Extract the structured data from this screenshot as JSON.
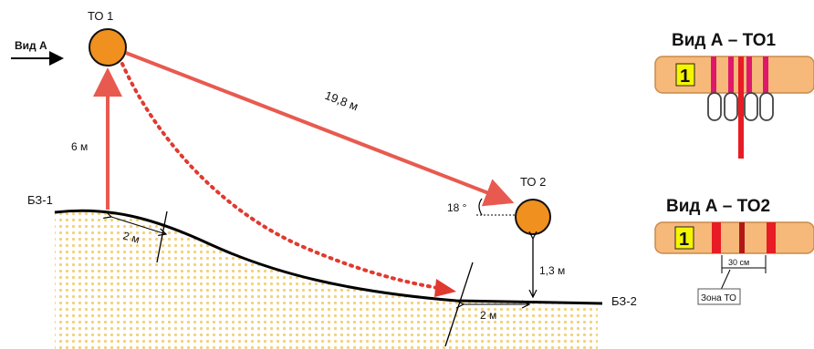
{
  "labels": {
    "view_a": "Вид А",
    "to1": "ТО 1",
    "to2": "ТО 2",
    "height_to1": "6 м",
    "span": "19,8 м",
    "angle": "18 °",
    "height_to2": "1,3 м",
    "bz1": "БЗ-1",
    "bz2": "БЗ-2",
    "dist_left": "2 м",
    "dist_right": "2 м"
  },
  "panel_to1": {
    "title": "Вид А – ТО1",
    "badge": "1"
  },
  "panel_to2": {
    "title": "Вид А – ТО2",
    "badge": "1",
    "dimension": "30 см",
    "zone": "Зона ТО"
  },
  "colors": {
    "anchor_fill": "#f0901e",
    "arrow_red": "#e85a4f",
    "dotted_red": "#e03a30",
    "soil_dots": "#f2d27a",
    "tube_fill": "#f6b97a",
    "tube_edge": "#c98a4a",
    "strap_magenta": "#e0186b",
    "badge_yellow": "#f5f500",
    "strap_red": "#e81c24",
    "strap_dark": "#b01818"
  }
}
